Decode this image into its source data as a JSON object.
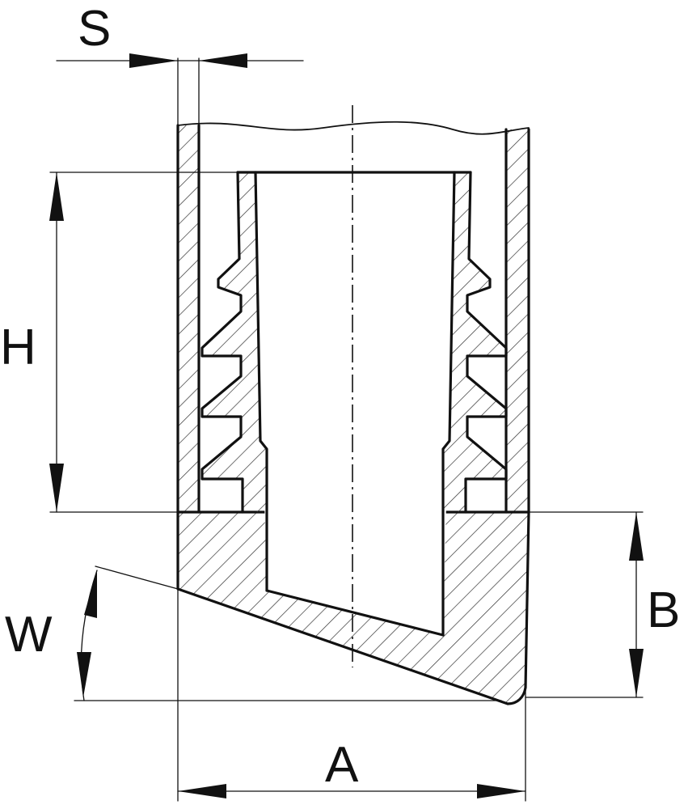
{
  "drawing": {
    "labels": {
      "s": "S",
      "h": "H",
      "b": "B",
      "w": "W",
      "a": "A"
    }
  }
}
